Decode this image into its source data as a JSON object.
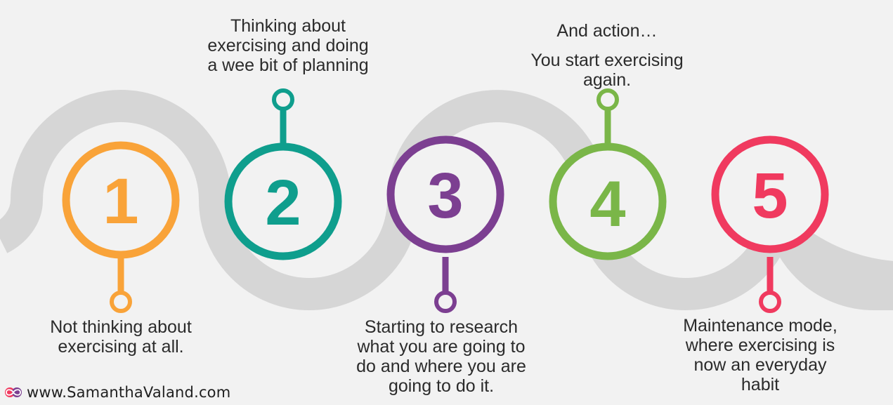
{
  "colors": {
    "background": "#f2f2f2",
    "road": "#d6d6d6",
    "step1": "#f9a339",
    "step2": "#0f9e8d",
    "step3": "#7c3f91",
    "step4": "#7ab648",
    "step5": "#f03a5f"
  },
  "steps": [
    {
      "number": "1",
      "text": "Not thinking about\nexercising at all."
    },
    {
      "number": "2",
      "text": "Thinking about\nexercising and doing\na wee bit of planning"
    },
    {
      "number": "3",
      "text": "Starting to research\nwhat you are going to\ndo and where you are\ngoing to do it."
    },
    {
      "number": "4",
      "line1": "And action…",
      "text": "You start exercising\nagain."
    },
    {
      "number": "5",
      "text": "Maintenance mode,\nwhere exercising is\nnow an everyday\nhabit"
    }
  ],
  "watermark": {
    "icon": "infinity-logo-icon",
    "text": "www.SamanthaValand.com"
  }
}
